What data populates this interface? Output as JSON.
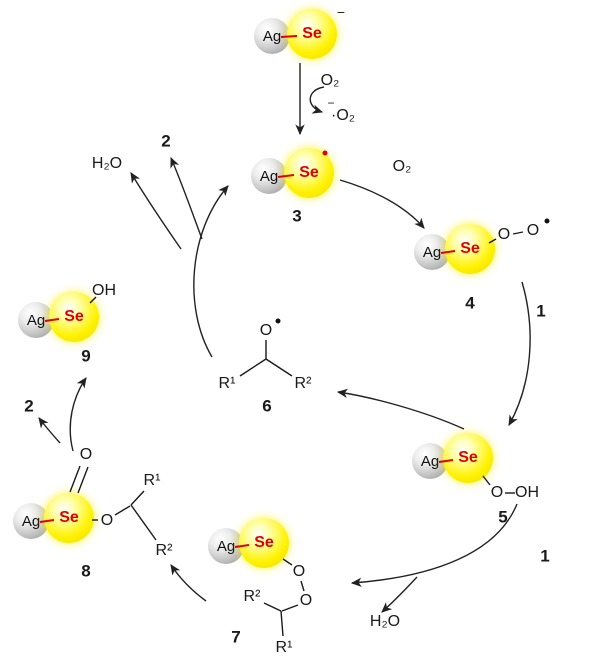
{
  "species": {
    "agse_anion": {
      "ag": "Ag",
      "se": "Se",
      "charge": "−"
    },
    "s3": {
      "ag": "Ag",
      "se": "Se",
      "label": "3"
    },
    "s4": {
      "ag": "Ag",
      "se": "Se",
      "o1": "O",
      "o2": "O",
      "label": "4"
    },
    "s5": {
      "ag": "Ag",
      "se": "Se",
      "o": "O",
      "oh": "OH",
      "label": "5"
    },
    "s6": {
      "o": "O",
      "r1": "R¹",
      "r2": "R²",
      "label": "6"
    },
    "s7": {
      "ag": "Ag",
      "se": "Se",
      "o1": "O",
      "o2": "O",
      "r1": "R¹",
      "r2": "R²",
      "label": "7"
    },
    "s8": {
      "ag": "Ag",
      "se": "Se",
      "o_double": "O",
      "o_ester": "O",
      "r1": "R¹",
      "r2": "R²",
      "label": "8"
    },
    "s9": {
      "ag": "Ag",
      "se": "Se",
      "oh": "OH",
      "label": "9"
    }
  },
  "reagents": {
    "o2_top": "O₂",
    "superoxide": "·O₂",
    "superoxide_charge": "−",
    "o2_mid": "O₂",
    "one_upper": "1",
    "one_lower": "1",
    "two_upper": "2",
    "two_left": "2",
    "h2o_upper": "H₂O",
    "h2o_lower": "H₂O"
  },
  "colors": {
    "se_red": "#e00000",
    "se_yellow": "#fff200",
    "ag_gray": "#b9b9b9",
    "text": "#1a1a1a"
  }
}
